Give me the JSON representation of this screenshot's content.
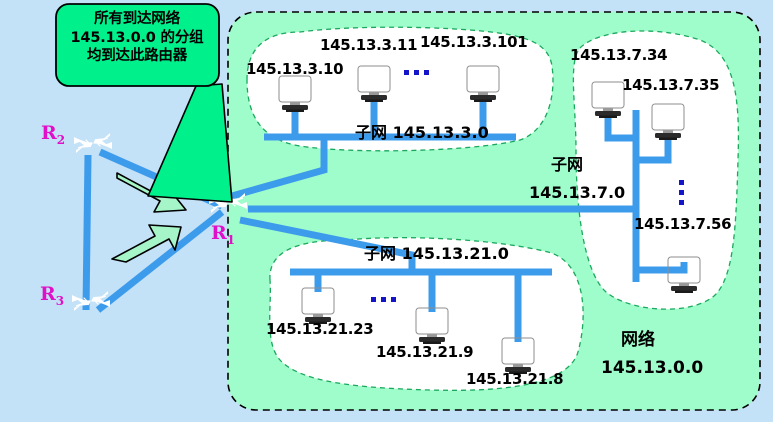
{
  "diagram": {
    "title": "IP network with subnets behind router R1",
    "background_color": "#c3e1f7",
    "network_region_color": "#9ffdcb",
    "subnet_blob_color": "#ffffff",
    "link_color": "#3d9bec",
    "router_color": "#0e7ab0",
    "callout_color": "#00f08c",
    "arrow_color": "#a6f5c8",
    "router_label_color": "#e010c8"
  },
  "callout": {
    "name": "annotation-callout",
    "line1": "所有到达网络",
    "line2": "145.13.0.0 的分组",
    "line3": "均到达此路由器"
  },
  "routers": [
    {
      "id": "R1",
      "label": "R",
      "sub": "1"
    },
    {
      "id": "R2",
      "label": "R",
      "sub": "2"
    },
    {
      "id": "R3",
      "label": "R",
      "sub": "3"
    }
  ],
  "network": {
    "label": "网络",
    "address": "145.13.0.0"
  },
  "subnets": [
    {
      "id": "subnet-145-13-3-0",
      "label": "子网 145.13.3.0",
      "hosts": [
        "145.13.3.10",
        "145.13.3.11",
        "145.13.3.101"
      ],
      "ellipsis": "..."
    },
    {
      "id": "subnet-145-13-7-0",
      "label_line1": "子网",
      "label_line2": "145.13.7.0",
      "hosts": [
        "145.13.7.34",
        "145.13.7.35",
        "145.13.7.56"
      ],
      "ellipsis": "⋮"
    },
    {
      "id": "subnet-145-13-21-0",
      "label": "子网 145.13.21.0",
      "hosts": [
        "145.13.21.23",
        "145.13.21.9",
        "145.13.21.8"
      ],
      "ellipsis": "..."
    }
  ]
}
